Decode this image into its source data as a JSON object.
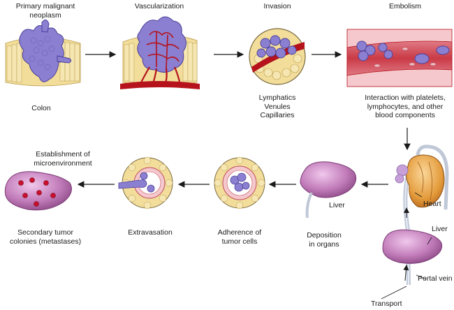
{
  "labels": {
    "primary_line1": "Primary malignant",
    "primary_line2": "neoplasm",
    "colon": "Colon",
    "vascularization": "Vascularization",
    "invasion": "Invasion",
    "embolism": "Embolism",
    "invasion_sub_1": "Lymphatics",
    "invasion_sub_2": "Venules",
    "invasion_sub_3": "Capillaries",
    "embolism_sub_1": "Interaction with platelets,",
    "embolism_sub_2": "lymphocytes, and other",
    "embolism_sub_3": "blood components",
    "establish_1": "Establishment of",
    "establish_2": "microenvironment",
    "liver_deposition": "Liver",
    "heart": "Heart",
    "liver_portal": "Liver",
    "portal_vein": "Portal vein",
    "transport": "Transport",
    "secondary_1": "Secondary tumor",
    "secondary_2": "colonies (metastases)",
    "extravasation": "Extravasation",
    "adherence_1": "Adherence of",
    "adherence_2": "tumor cells",
    "deposition_1": "Deposition",
    "deposition_2": "in organs"
  },
  "colors": {
    "tumor": "#8a7fd0",
    "tumor_edge": "#4b3f9a",
    "epithelium": "#f2dd9a",
    "epithelium_edge": "#b89b4a",
    "vessel": "#b5121b",
    "vessel_light": "#e8a0a8",
    "liver": "#b86bb0",
    "liver_light": "#e8b5e0",
    "heart": "#e8a040",
    "arrow": "#1a1a1a"
  },
  "stages": [
    "primary-neoplasm",
    "vascularization",
    "invasion",
    "embolism",
    "transport",
    "deposition",
    "adherence",
    "extravasation",
    "secondary-tumor"
  ]
}
